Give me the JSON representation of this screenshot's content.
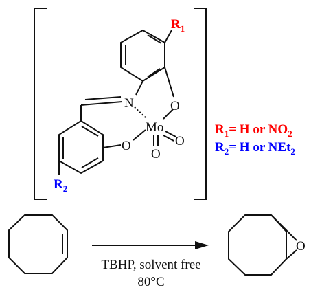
{
  "complex": {
    "atoms": {
      "N": "N",
      "Mo": "Mo",
      "O_phenol_top": "O",
      "O_phenol_bottom": "O",
      "O_oxo_right": "O",
      "O_oxo_down": "O"
    },
    "substituents": {
      "r1_label": "R",
      "r1_sub": "1",
      "r2_label": "R",
      "r2_sub": "2"
    }
  },
  "legend": {
    "r1": {
      "name": "R",
      "sub": "1",
      "text": "= H or NO",
      "sub2": "2",
      "color": "#ff0000"
    },
    "r2": {
      "name": "R",
      "sub": "2",
      "text": "= H or NEt",
      "sub2": "2",
      "color": "#0000ff"
    }
  },
  "reaction": {
    "conditions_line1": "TBHP, solvent free",
    "conditions_line2": "80°C",
    "product_oxygen": "O"
  },
  "colors": {
    "ink": "#111111",
    "r1": "#ff0000",
    "r2": "#0000ff"
  }
}
